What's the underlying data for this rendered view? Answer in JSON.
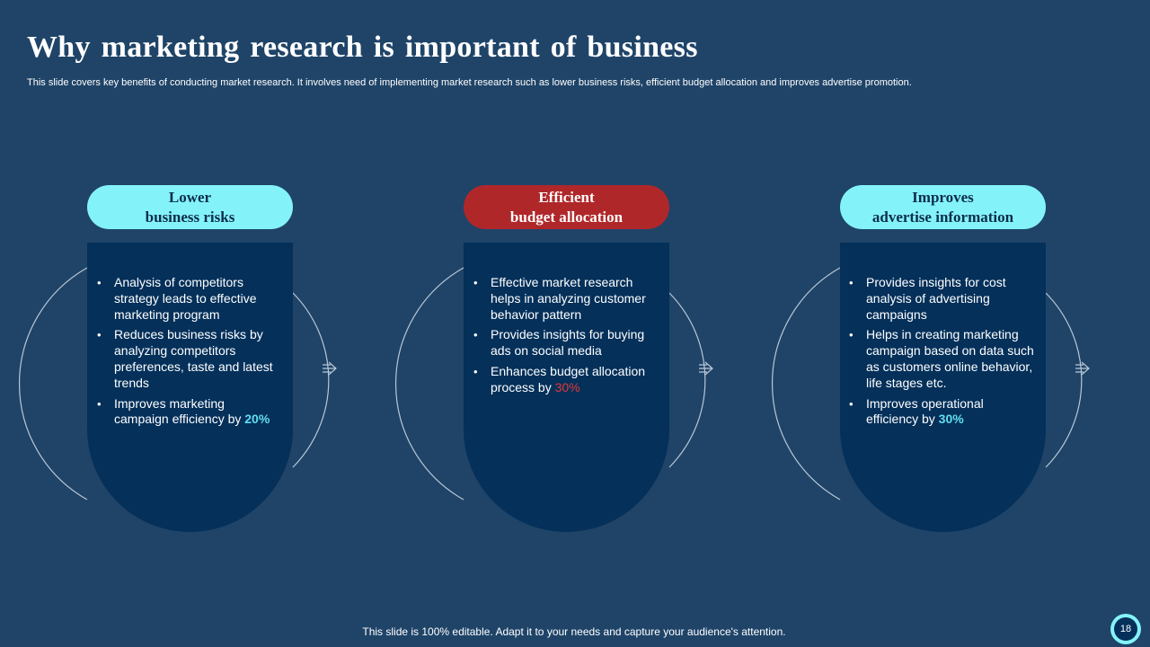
{
  "title": "Why marketing research is important of business",
  "subtitle": "This slide covers key  benefits of conducting market research. It involves need of implementing market research such as lower business risks, efficient budget allocation and improves advertise promotion.",
  "colors": {
    "background": "#1f4468",
    "card": "#04305a",
    "cyan_accent": "#84f3f9",
    "red_accent": "#b0272a"
  },
  "columns": [
    {
      "heading_line1": "Lower",
      "heading_line2": "business risks",
      "pill_color": "cyan",
      "bullets": [
        {
          "text": "Analysis of competitors strategy leads to effective marketing program",
          "highlight": ""
        },
        {
          "text": "Reduces business risks by analyzing competitors preferences, taste and latest trends",
          "highlight": ""
        },
        {
          "text": "Improves marketing campaign efficiency by ",
          "highlight": "20%"
        }
      ]
    },
    {
      "heading_line1": "Efficient",
      "heading_line2": "budget allocation",
      "pill_color": "red",
      "bullets": [
        {
          "text": "Effective market research helps in analyzing customer behavior pattern",
          "highlight": ""
        },
        {
          "text": "Provides insights for buying ads on social media",
          "highlight": ""
        },
        {
          "text": "Enhances budget allocation process by ",
          "highlight": "30%"
        }
      ]
    },
    {
      "heading_line1": "Improves",
      "heading_line2": "advertise information",
      "pill_color": "cyan",
      "bullets": [
        {
          "text": "Provides insights for cost analysis of advertising campaigns",
          "highlight": ""
        },
        {
          "text": "Helps in creating marketing campaign based on data such as customers online behavior, life stages etc.",
          "highlight": ""
        },
        {
          "text": "Improves operational efficiency by ",
          "highlight": "30%"
        }
      ]
    }
  ],
  "footer": "This slide is 100% editable. Adapt it to your needs and capture your audience's attention.",
  "page_number": "18"
}
